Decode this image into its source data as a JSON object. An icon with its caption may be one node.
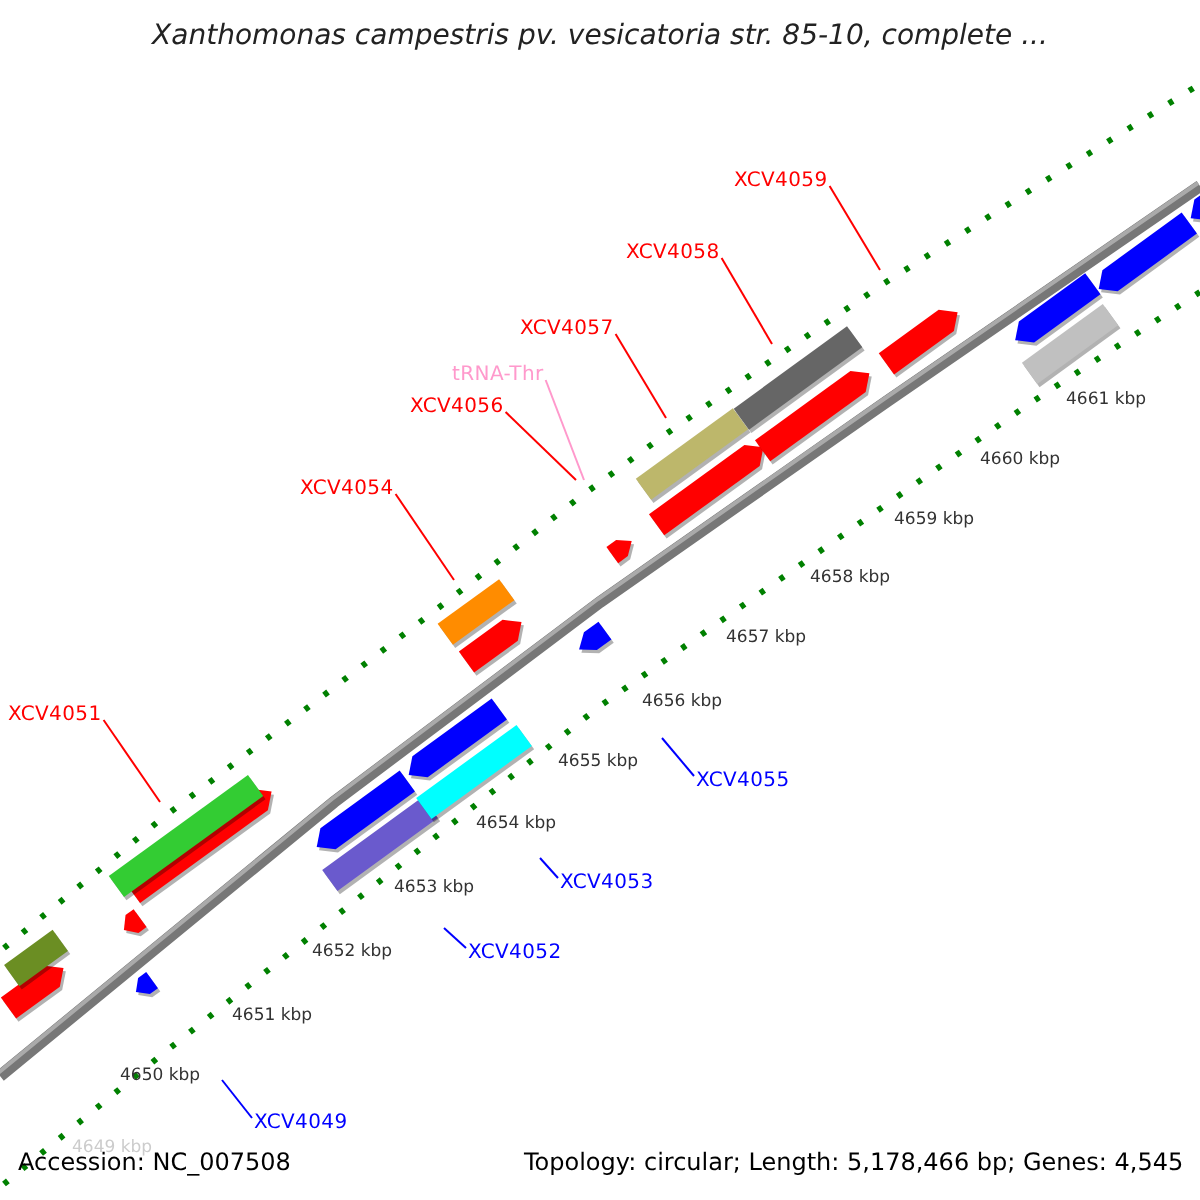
{
  "diagram": {
    "title": "Xanthomonas campestris pv. vesicatoria str. 85-10, complete ...",
    "nodes": [
      {
        "text": [
          "XCV4059"
        ]
      },
      {
        "text": [
          "XCV4058"
        ]
      },
      {
        "text": [
          "XCV4057"
        ]
      },
      {
        "text": [
          "tRNA-Thr"
        ]
      },
      {
        "text": [
          "XCV4056"
        ]
      },
      {
        "text": [
          "XCV4054"
        ]
      },
      {
        "text": [
          "XCV4051"
        ]
      },
      {
        "text": [
          "XCV4055"
        ]
      },
      {
        "text": [
          "XCV4053"
        ]
      },
      {
        "text": [
          "XCV4052"
        ]
      },
      {
        "text": [
          "XCV4049"
        ]
      }
    ],
    "edges": [
      {
        "from": 0,
        "to": null,
        "arrow": "none"
      },
      {
        "from": 1,
        "to": null,
        "arrow": "none"
      },
      {
        "from": 2,
        "to": null,
        "arrow": "none"
      },
      {
        "from": 3,
        "to": null,
        "arrow": "none",
        "color": "#ff99cc"
      },
      {
        "from": 4,
        "to": null,
        "arrow": "none"
      },
      {
        "from": 5,
        "to": null,
        "arrow": "none"
      },
      {
        "from": 6,
        "to": null,
        "arrow": "none"
      },
      {
        "from": 7,
        "to": null,
        "arrow": "none",
        "color": "#0000ff"
      },
      {
        "from": 8,
        "to": null,
        "arrow": "none",
        "color": "#0000ff"
      },
      {
        "from": 9,
        "to": null,
        "arrow": "none",
        "color": "#0000ff"
      },
      {
        "from": 10,
        "to": null,
        "arrow": "none",
        "color": "#0000ff"
      }
    ],
    "labels": [
      "4661 kbp",
      "4660 kbp",
      "4659 kbp",
      "4658 kbp",
      "4657 kbp",
      "4656 kbp",
      "4655 kbp",
      "4654 kbp",
      "4653 kbp",
      "4652 kbp",
      "4651 kbp",
      "4650 kbp",
      "4649 kbp",
      "Accession: NC_007508",
      "Topology: circular; Length: 5,178,466 bp; Genes: 4,545"
    ]
  }
}
